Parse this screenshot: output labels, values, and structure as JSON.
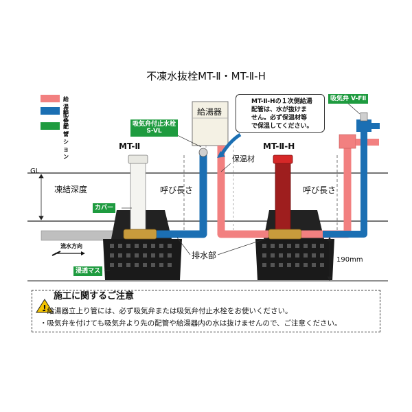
{
  "title": "不凍水抜栓MT-Ⅱ・MT-Ⅱ-H",
  "legend": [
    {
      "label": "給湯配管",
      "color": "#f28080"
    },
    {
      "label": "給水配管",
      "color": "#1b6fb3"
    },
    {
      "label": "オプション",
      "color": "#1e9b3f"
    }
  ],
  "labels": {
    "gl": "GL",
    "mt2": "MT-Ⅱ",
    "mt2h": "MT-Ⅱ-H",
    "water_heater": "給湯器",
    "insulation": "保温材",
    "freeze_depth": "凍結深度",
    "nominal_length_left": "呼び長さ",
    "nominal_length_right": "呼び長さ",
    "drain": "排水部",
    "flow_dir": "流水方向",
    "dim_190": "190mm"
  },
  "tags": {
    "cover": "カバー",
    "seepage": "浸透マス",
    "svl_line1": "吸気弁付止水栓",
    "svl_line2": "S-VL",
    "vf2": "吸気弁 V-FⅡ"
  },
  "callout": {
    "line1": "MT-Ⅱ-Hの１次側給湯",
    "line2": "配管は、水が抜けま",
    "line3": "せん。必ず保温材等",
    "line4": "で保温してください。"
  },
  "notice": {
    "title": "施工に関するご注意",
    "items": [
      "・給湯器立上り管には、必ず吸気弁または吸気弁付止水栓をお使いください。",
      "・吸気弁を付けても吸気弁より先の配管や給湯器内の水は抜けませんので、ご注意ください。"
    ]
  },
  "colors": {
    "hot": "#f28080",
    "cold": "#1b6fb3",
    "option": "#1e9b3f",
    "hot_dark": "#9e1e1e",
    "box": "#1a1a1a",
    "brass": "#c89b3c"
  }
}
